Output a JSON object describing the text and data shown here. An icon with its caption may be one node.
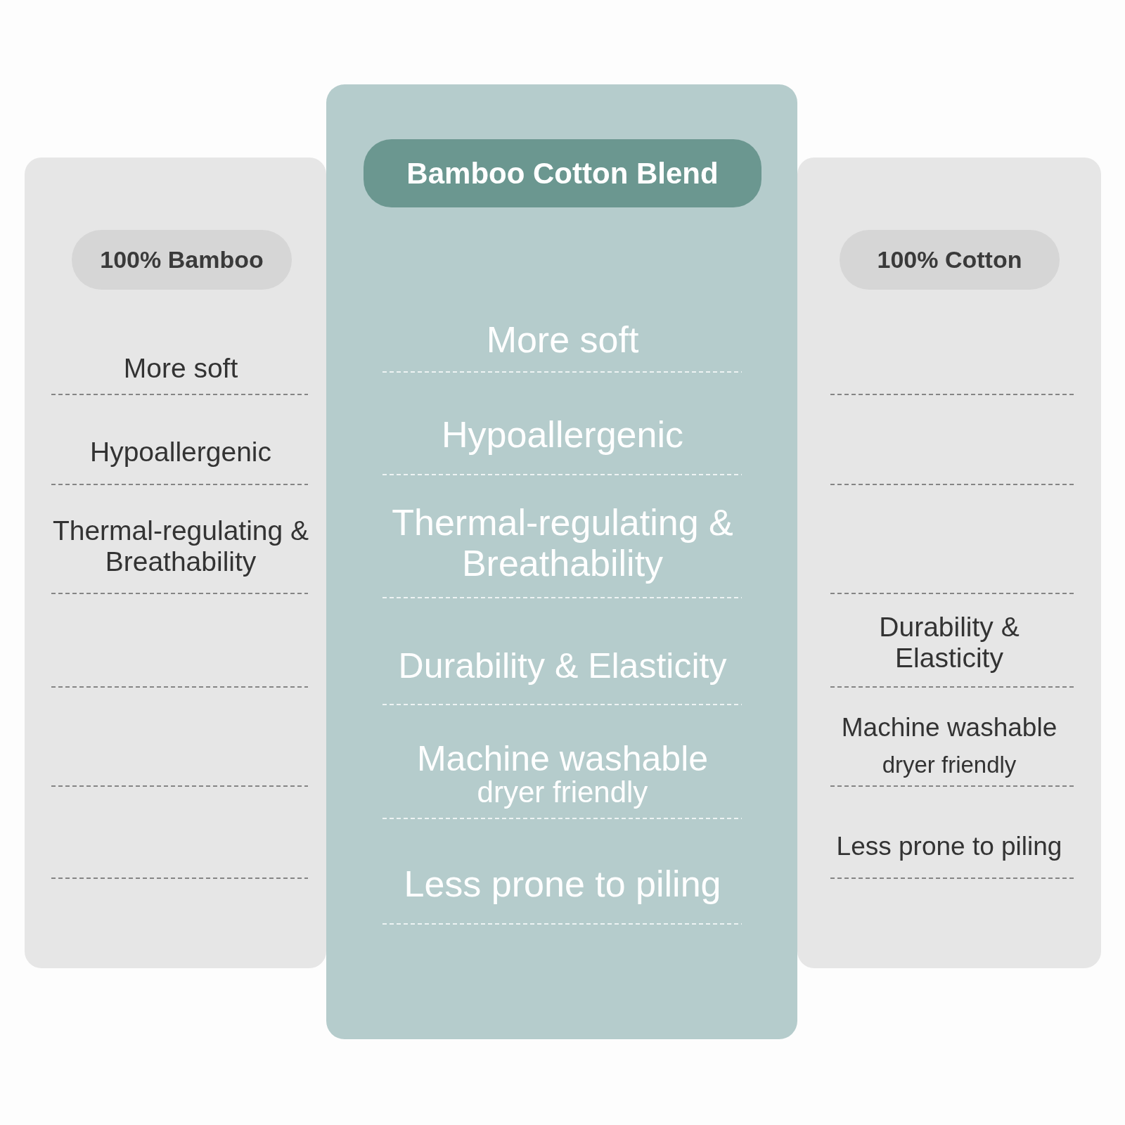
{
  "diagram": {
    "nodes": [
      {
        "text": [],
        "shape": "box"
      },
      {
        "text": [
          "100% Bamboo"
        ],
        "in": 0
      },
      {
        "text": [],
        "shape": "box"
      },
      {
        "text": [
          "Bamboo Cotton Blend"
        ],
        "in": 2
      },
      {
        "text": [],
        "shape": "box"
      },
      {
        "text": [
          "100% Cotton"
        ],
        "in": 4
      }
    ],
    "labels": [
      "More soft",
      "Hypoallergenic",
      "Thermal-regulating & Breathability",
      "More soft",
      "Hypoallergenic",
      "Thermal-regulating & Breathability",
      "Durability & Elasticity",
      "Machine washable",
      "dryer friendly",
      "Less prone to piling",
      "Durability & Elasticity",
      "Machine washable",
      "dryer friendly",
      "Less prone to piling"
    ]
  }
}
